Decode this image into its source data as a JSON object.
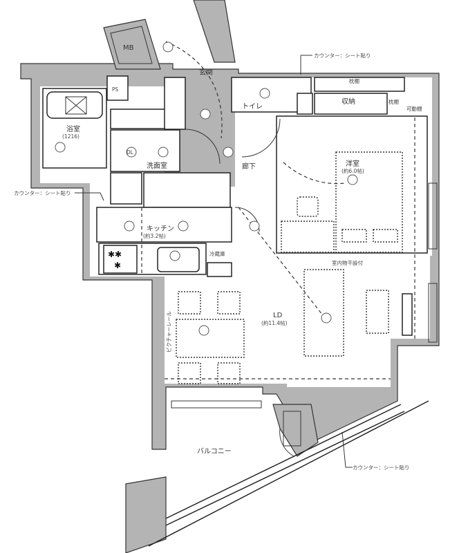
{
  "plan": {
    "rooms": {
      "mb": "MB",
      "genkan": "玄関",
      "bath": "浴室",
      "bath_size": "(1216)",
      "ps": "PS",
      "senmen": "洗面室",
      "toilet": "トイレ",
      "shuno": "収納",
      "makura1": "枕棚",
      "makura2": "枕棚",
      "rouka": "廊下",
      "yoshitsu": "洋室",
      "yoshitsu_size": "(約6.0帖)",
      "kitchen": "キッチン",
      "kitchen_size": "(約3.2帖)",
      "reizoko": "冷蔵庫",
      "ld": "LD",
      "ld_size": "(約11.4帖)",
      "monohoshi": "室内物干設付",
      "picture_rail": "ピクチャーレール",
      "kadodana": "可動棚",
      "balcony": "バルコニー"
    },
    "notes": {
      "counter_top": "カウンター：シート貼り",
      "counter_left": "カウンター：シート貼り",
      "counter_bottom": "カウンター：シート貼り"
    },
    "fixtures": {
      "downlight": "DL"
    }
  }
}
